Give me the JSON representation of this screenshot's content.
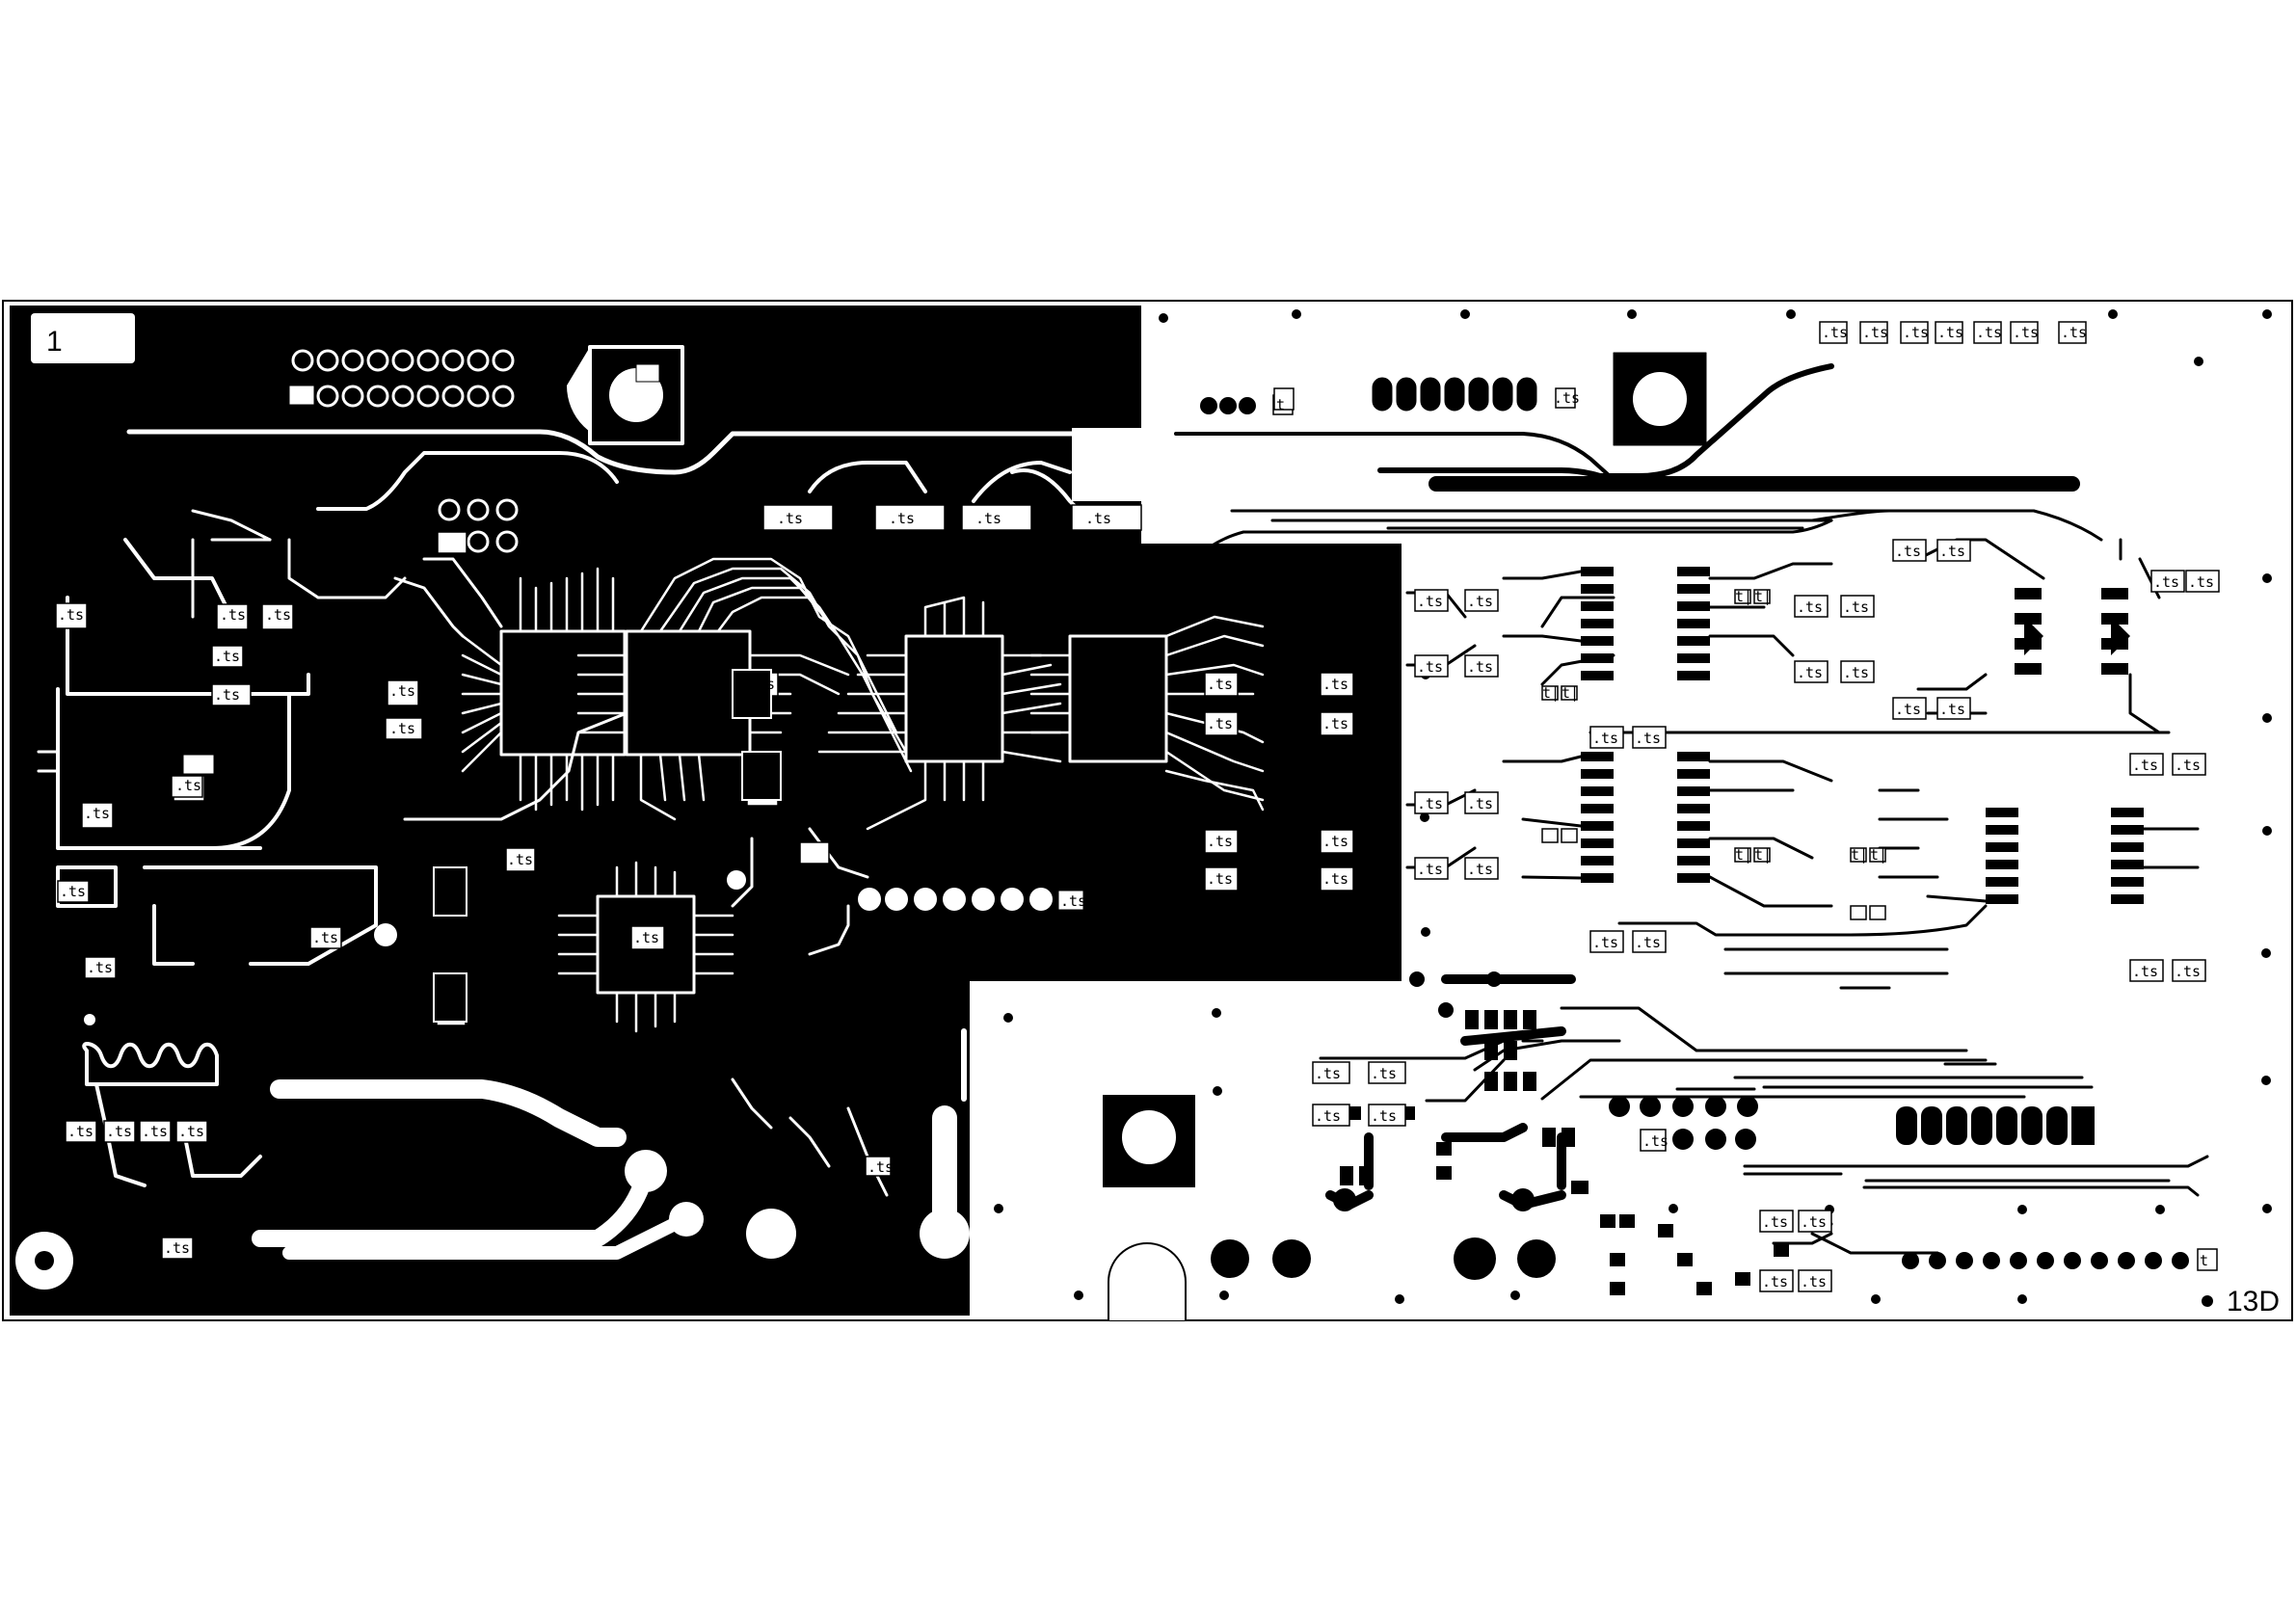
{
  "board": {
    "layer_number": "1",
    "board_code": "13D",
    "silk_tag": ".ts",
    "silk_tag_short": "t",
    "silk_tag_small": "t|"
  },
  "colors": {
    "copper": "#000000",
    "background": "#ffffff"
  }
}
